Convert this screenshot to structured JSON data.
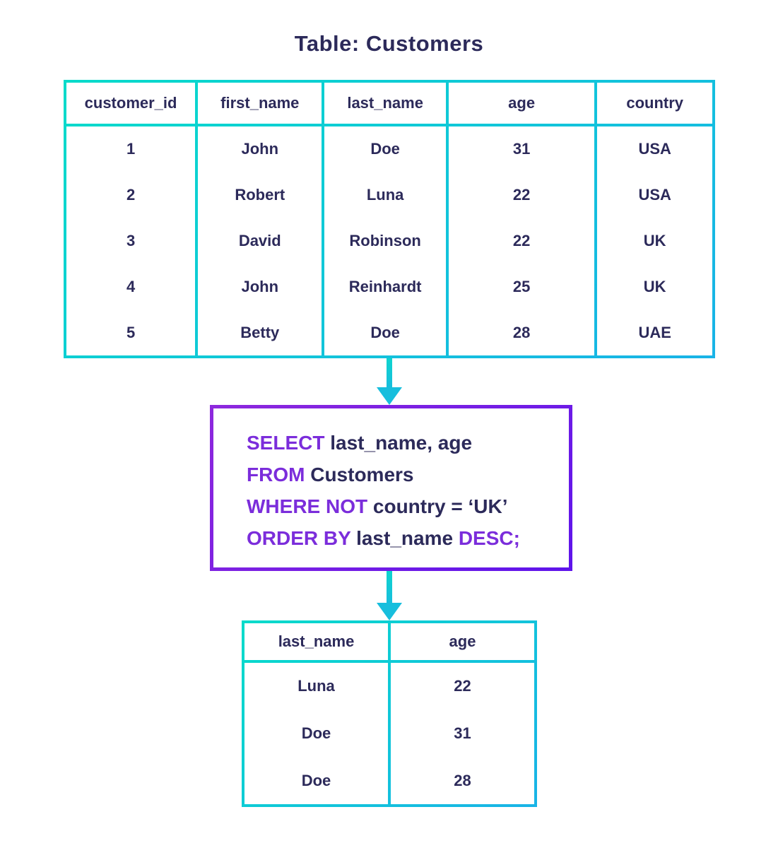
{
  "title": "Table: Customers",
  "source_table": {
    "columns": [
      "customer_id",
      "first_name",
      "last_name",
      "age",
      "country"
    ],
    "rows": [
      [
        "1",
        "John",
        "Doe",
        "31",
        "USA"
      ],
      [
        "2",
        "Robert",
        "Luna",
        "22",
        "USA"
      ],
      [
        "3",
        "David",
        "Robinson",
        "22",
        "UK"
      ],
      [
        "4",
        "John",
        "Reinhardt",
        "25",
        "UK"
      ],
      [
        "5",
        "Betty",
        "Doe",
        "28",
        "UAE"
      ]
    ]
  },
  "query": {
    "line1": {
      "kw": "SELECT",
      "rest": " last_name, age"
    },
    "line2": {
      "kw": "FROM",
      "rest": " Customers"
    },
    "line3": {
      "kw": "WHERE NOT",
      "rest": " country = ‘UK’"
    },
    "line4": {
      "kw": "ORDER BY",
      "mid": " last_name ",
      "kw2": "DESC;"
    }
  },
  "result_table": {
    "columns": [
      "last_name",
      "age"
    ],
    "rows": [
      [
        "Luna",
        "22"
      ],
      [
        "Doe",
        "31"
      ],
      [
        "Doe",
        "28"
      ]
    ]
  },
  "colors": {
    "bg": "#FFFFFF",
    "navy": "#2C2A5A",
    "keyword": "#7B2DDB",
    "teal_start": "#07DBCA",
    "teal_end": "#19B3E7",
    "purple_start": "#8E28DD",
    "purple_end": "#5E14EB",
    "arrow_top": "#0ED4CE",
    "arrow_bottom": "#17BEDD"
  }
}
